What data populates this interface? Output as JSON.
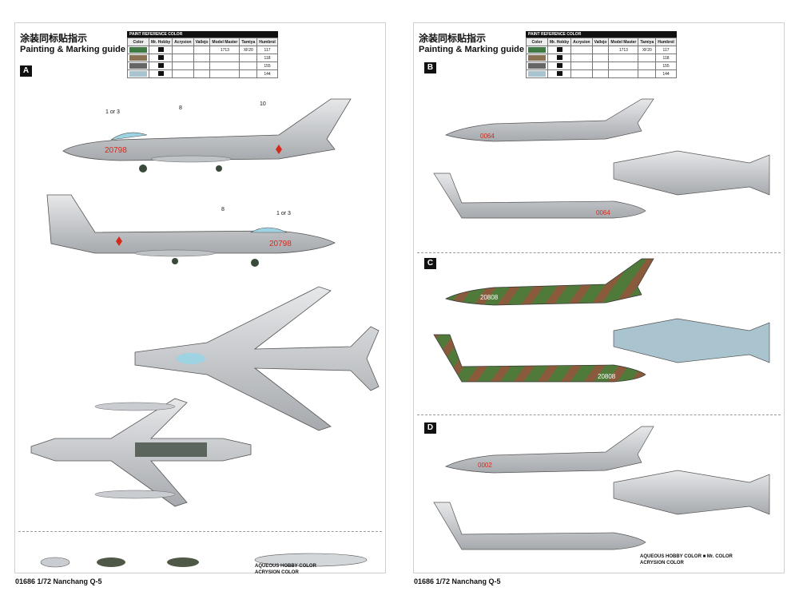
{
  "header": {
    "title_cn": "涂装同标贴指示",
    "title_en": "Painting & Marking guide"
  },
  "paint_table": {
    "caption": "PAINT REFERENCE COLOR",
    "columns": [
      "Color",
      "Mr. Hobby",
      "Acrysion",
      "Vallejo",
      "Model Master",
      "Tamiya",
      "Humbrol"
    ],
    "rows": [
      {
        "color_name": "",
        "swatch": "#3f7a45",
        "mr_hobby": "",
        "acrysion": "",
        "vallejo": "",
        "model_master": "1713",
        "tamiya": "XF20",
        "humbrol": "117"
      },
      {
        "color_name": "",
        "swatch": "#8a7354",
        "mr_hobby": "",
        "acrysion": "",
        "vallejo": "",
        "model_master": "",
        "tamiya": "",
        "humbrol": "118"
      },
      {
        "color_name": "",
        "swatch": "#666666",
        "mr_hobby": "",
        "acrysion": "",
        "vallejo": "",
        "model_master": "",
        "tamiya": "",
        "humbrol": "155"
      },
      {
        "color_name": "",
        "swatch": "#a9c3cf",
        "mr_hobby": "",
        "acrysion": "",
        "vallejo": "",
        "model_master": "",
        "tamiya": "",
        "humbrol": "144"
      }
    ]
  },
  "left_sheet": {
    "section": "A",
    "serial": "20798",
    "callouts": [
      "1 or 3",
      "8",
      "10",
      "8",
      "1 or 3"
    ],
    "footer": "01686 1/72 Nanchang Q-5"
  },
  "right_sheet": {
    "sections": [
      "B",
      "C",
      "D"
    ],
    "serial_b": "0064",
    "serial_c": "20808",
    "serial_d": "0002",
    "footer": "01686 1/72 Nanchang Q-5"
  },
  "legend": {
    "aqueous": "AQUEOUS HOBBY COLOR",
    "acrysion": "ACRYSION COLOR",
    "mr_color": "Mr. COLOR"
  },
  "colors": {
    "silver": "#c9ccd0",
    "green": "#3f7a45",
    "brown": "#8a5a3c",
    "sky": "#a9c3cf",
    "red": "#d42a1c",
    "canopy": "#9ed3e3"
  }
}
